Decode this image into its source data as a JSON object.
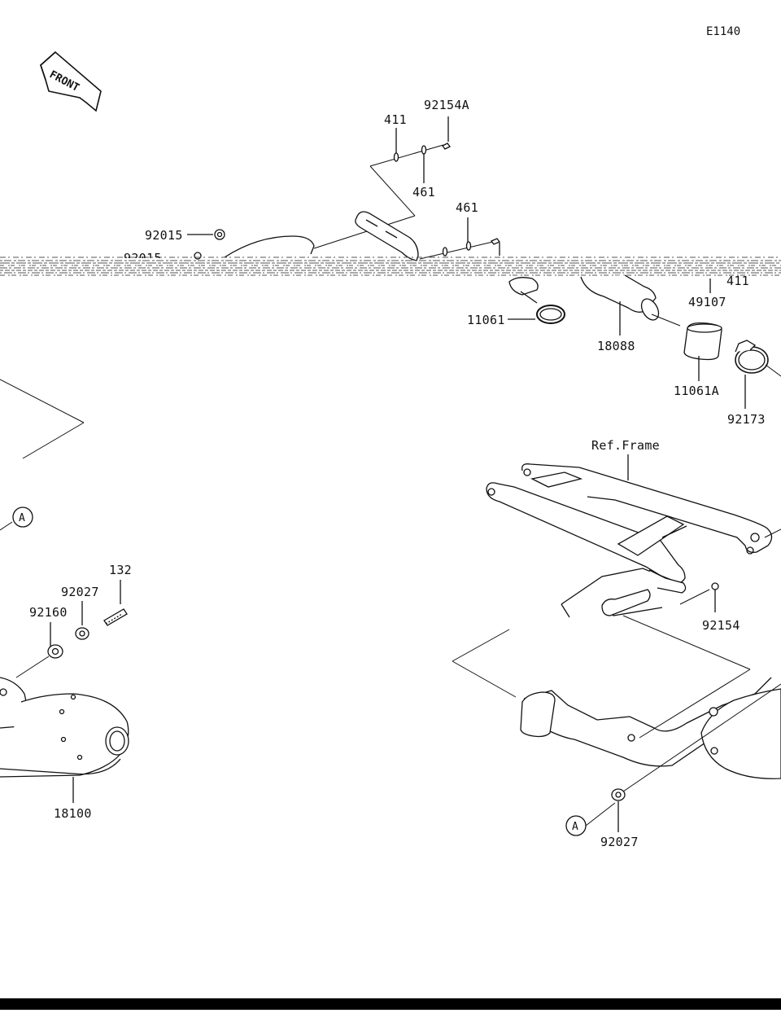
{
  "diagram_code": "E1140",
  "front_marker": "FRONT",
  "ref_frame_label": "Ref.Frame",
  "callout_marker": "A",
  "parts": {
    "p92154A": "92154A",
    "p411_top": "411",
    "p461_top": "461",
    "p461_mid": "461",
    "p92015": "92015",
    "p92015_partial": "92015",
    "p411_right": "411",
    "p49107": "49107",
    "p11061": "11061",
    "p18088": "18088",
    "p11061A": "11061A",
    "p92173": "92173",
    "p132": "132",
    "p92027_left": "92027",
    "p92160": "92160",
    "p18100": "18100",
    "p92154": "92154",
    "p92027_bottom": "92027"
  },
  "colors": {
    "line": "#111111",
    "background": "#ffffff",
    "bar": "#000000"
  }
}
